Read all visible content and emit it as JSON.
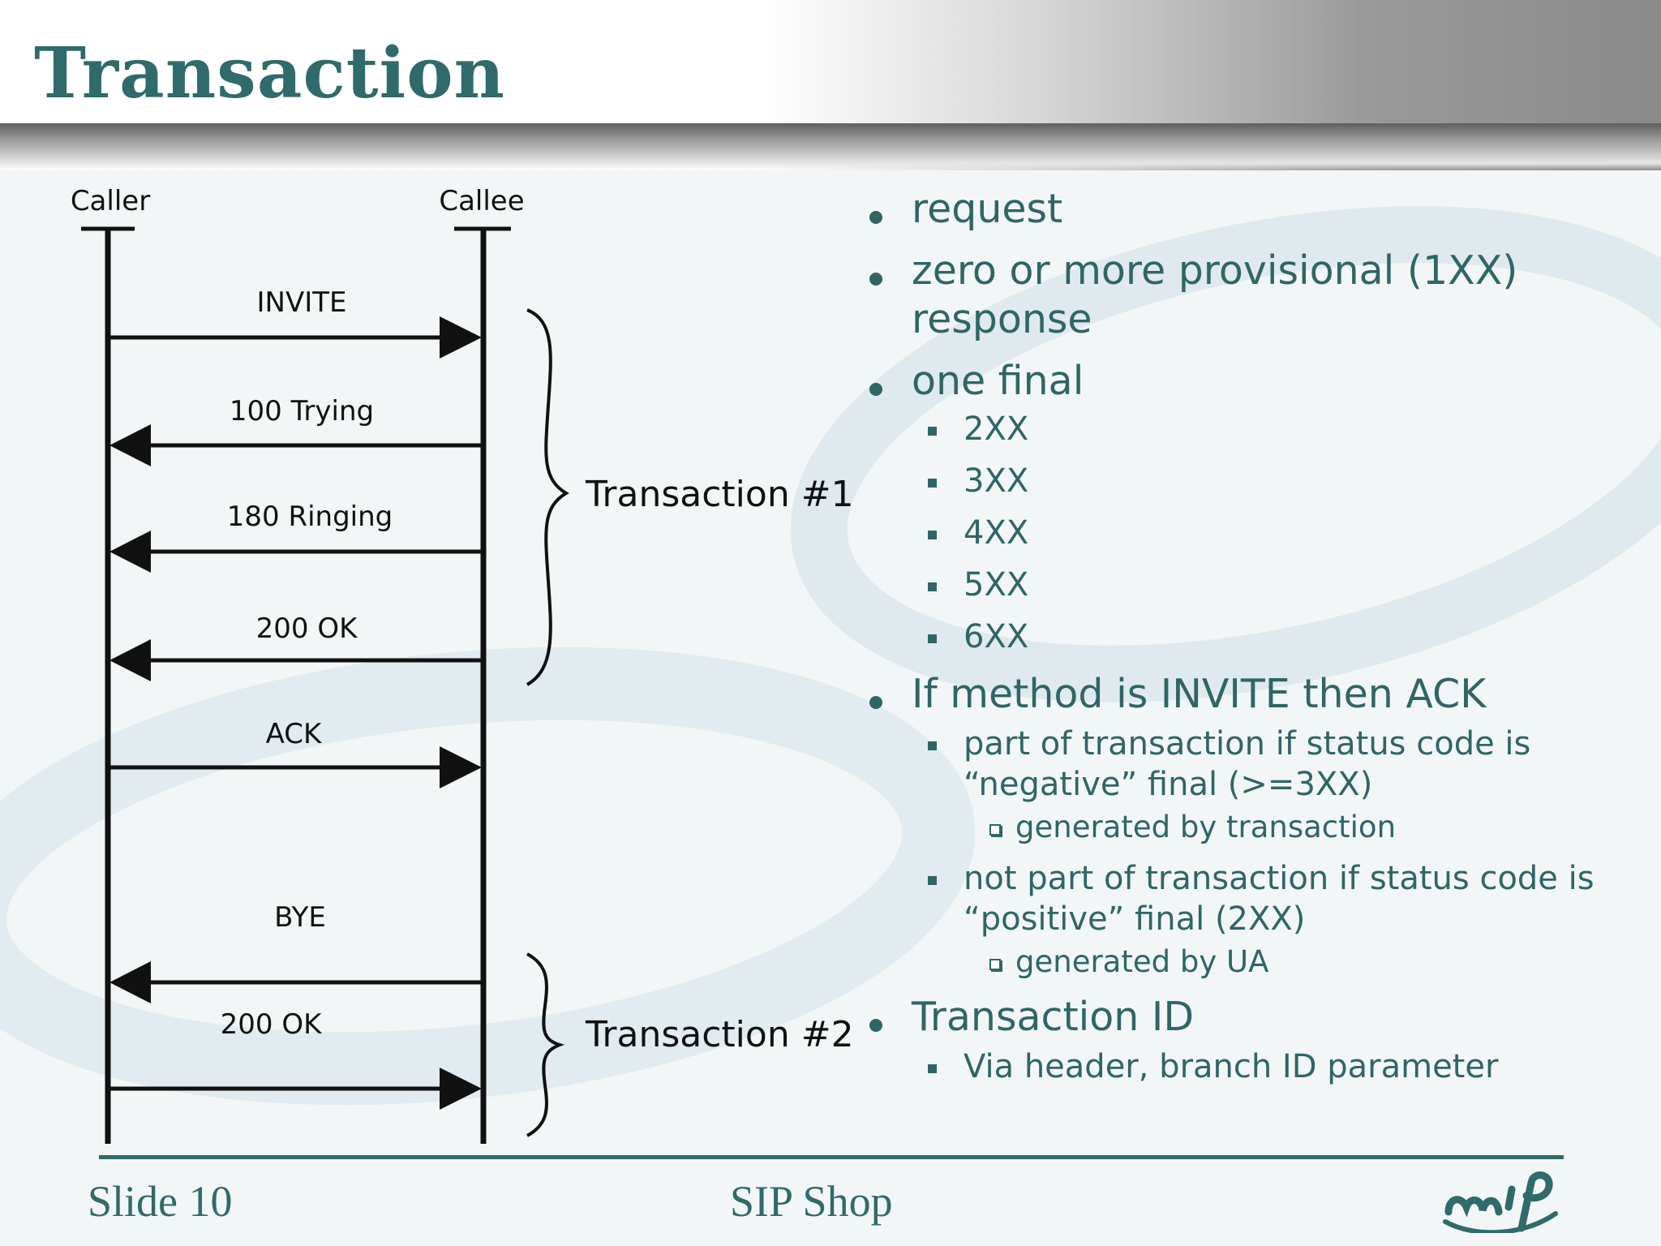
{
  "title": "Transaction",
  "diagram": {
    "caller": "Caller",
    "callee": "Callee",
    "messages": [
      {
        "label": "INVITE",
        "direction": "to-callee"
      },
      {
        "label": "100 Trying",
        "direction": "to-caller"
      },
      {
        "label": "180 Ringing",
        "direction": "to-caller"
      },
      {
        "label": "200 OK",
        "direction": "to-caller"
      },
      {
        "label": "ACK",
        "direction": "to-callee"
      },
      {
        "label": "BYE",
        "direction": "to-caller"
      },
      {
        "label": "200 OK",
        "direction": "to-callee"
      }
    ],
    "transaction1": "Transaction #1",
    "transaction2": "Transaction #2"
  },
  "bullets": {
    "request": "request",
    "provisional": "zero or more provisional (1XX) response",
    "final": "one final",
    "codes": [
      "2XX",
      "3XX",
      "4XX",
      "5XX",
      "6XX"
    ],
    "invite": "If method is INVITE then ACK",
    "negative": "part of transaction if status code is “negative” final (>=3XX)",
    "gen_transaction": "generated by transaction",
    "positive": "not part of transaction if status code is “positive” final (2XX)",
    "gen_ua": "generated by UA",
    "txid": "Transaction ID",
    "via": "Via header, branch ID parameter"
  },
  "footer": {
    "slide": "Slide 10",
    "center": "SIP Shop"
  },
  "colors": {
    "accent": "#2f6b6a",
    "text_teal": "#2e6665"
  }
}
